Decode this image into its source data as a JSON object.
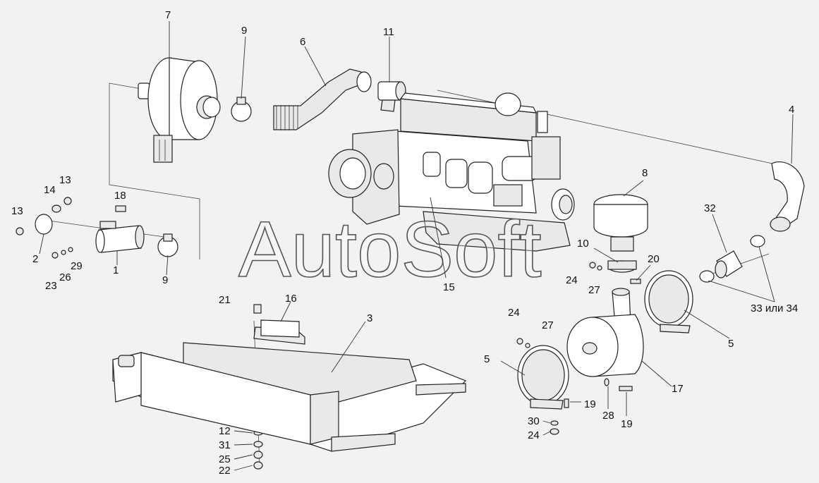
{
  "watermark": "AutoSoft",
  "callouts": [
    {
      "id": "c7",
      "text": "7"
    },
    {
      "id": "c9a",
      "text": "9"
    },
    {
      "id": "c6",
      "text": "6"
    },
    {
      "id": "c11",
      "text": "11"
    },
    {
      "id": "c4",
      "text": "4"
    },
    {
      "id": "c13a",
      "text": "13"
    },
    {
      "id": "c14",
      "text": "14"
    },
    {
      "id": "c13b",
      "text": "13"
    },
    {
      "id": "c18",
      "text": "18"
    },
    {
      "id": "c2",
      "text": "2"
    },
    {
      "id": "c1",
      "text": "1"
    },
    {
      "id": "c29",
      "text": "29"
    },
    {
      "id": "c26",
      "text": "26"
    },
    {
      "id": "c23",
      "text": "23"
    },
    {
      "id": "c9b",
      "text": "9"
    },
    {
      "id": "c8",
      "text": "8"
    },
    {
      "id": "c32",
      "text": "32"
    },
    {
      "id": "c10",
      "text": "10"
    },
    {
      "id": "c20",
      "text": "20"
    },
    {
      "id": "c24a",
      "text": "24"
    },
    {
      "id": "c27a",
      "text": "27"
    },
    {
      "id": "c15",
      "text": "15"
    },
    {
      "id": "c3334",
      "text": "33 или 34"
    },
    {
      "id": "c5a",
      "text": "5"
    },
    {
      "id": "c21",
      "text": "21"
    },
    {
      "id": "c16",
      "text": "16"
    },
    {
      "id": "c3",
      "text": "3"
    },
    {
      "id": "c24b",
      "text": "24"
    },
    {
      "id": "c27b",
      "text": "27"
    },
    {
      "id": "c5b",
      "text": "5"
    },
    {
      "id": "c17",
      "text": "17"
    },
    {
      "id": "c19a",
      "text": "19"
    },
    {
      "id": "c28",
      "text": "28"
    },
    {
      "id": "c19b",
      "text": "19"
    },
    {
      "id": "c30",
      "text": "30"
    },
    {
      "id": "c24c",
      "text": "24"
    },
    {
      "id": "c12",
      "text": "12"
    },
    {
      "id": "c31",
      "text": "31"
    },
    {
      "id": "c25",
      "text": "25"
    },
    {
      "id": "c22",
      "text": "22"
    }
  ]
}
